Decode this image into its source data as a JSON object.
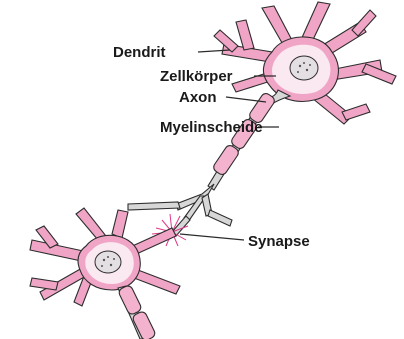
{
  "labels": {
    "dendrite": "Dendrit",
    "cell_body": "Zellkörper",
    "axon": "Axon",
    "myelin_sheath": "Myelinscheide",
    "synapse": "Synapse"
  },
  "colors": {
    "membrane": "#f1a5c6",
    "cytoplasm": "#fbe9f1",
    "axon": "#d7d7d7",
    "outline": "#2d2d2d",
    "synapse_spark": "#e0368a"
  }
}
